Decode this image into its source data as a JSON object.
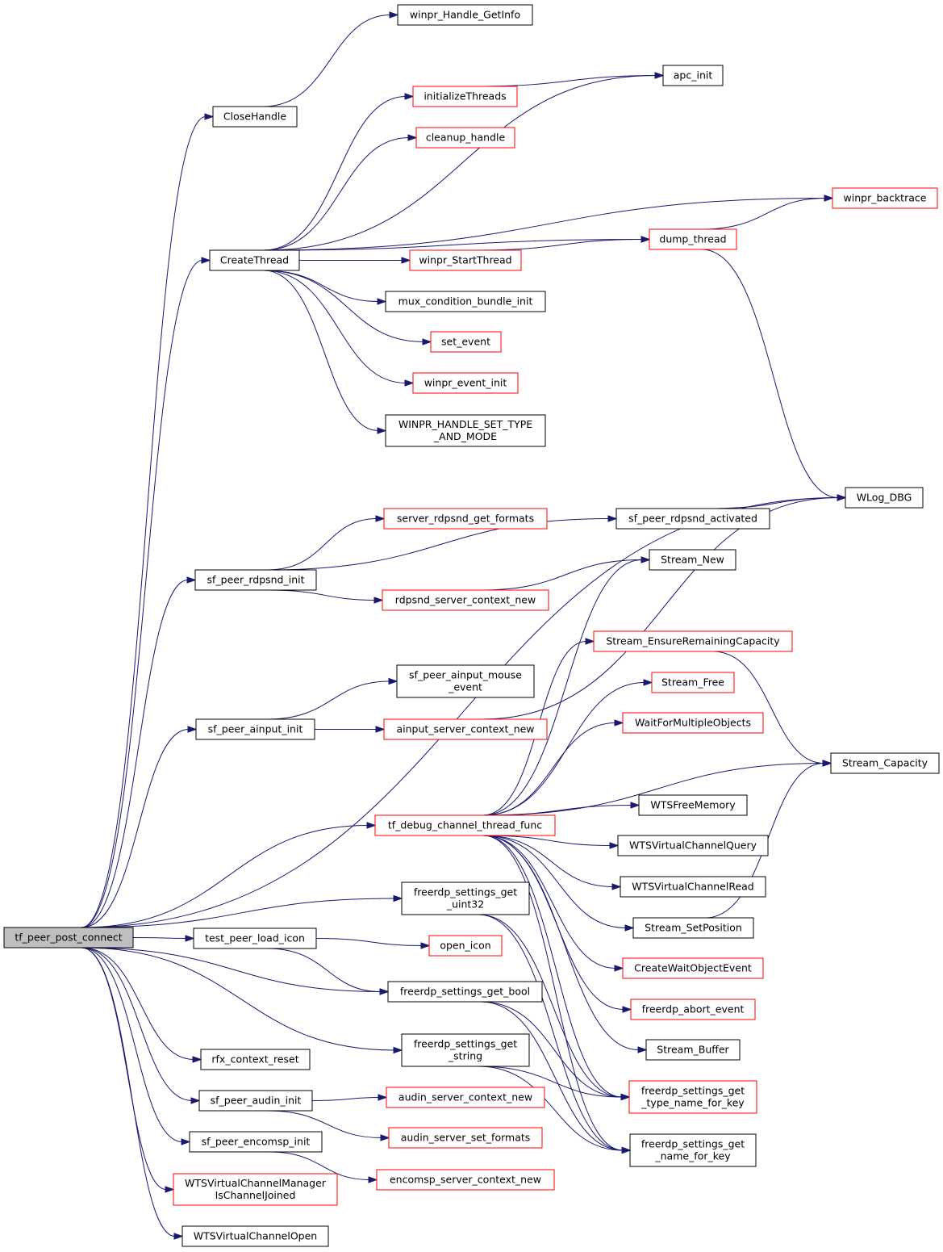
{
  "colors": {
    "edge": "#191970",
    "plain_border": "#000000",
    "red_border": "#ff0000",
    "root_fill": "#bfbfbf"
  },
  "nodes": {
    "tf_peer_post_connect": {
      "lines": [
        "tf_peer_post_connect"
      ],
      "style": "root"
    },
    "CloseHandle": {
      "lines": [
        "CloseHandle"
      ],
      "style": "plain"
    },
    "CreateThread": {
      "lines": [
        "CreateThread"
      ],
      "style": "plain"
    },
    "sf_peer_rdpsnd_init": {
      "lines": [
        "sf_peer_rdpsnd_init"
      ],
      "style": "plain"
    },
    "sf_peer_ainput_init": {
      "lines": [
        "sf_peer_ainput_init"
      ],
      "style": "plain"
    },
    "test_peer_load_icon": {
      "lines": [
        "test_peer_load_icon"
      ],
      "style": "plain"
    },
    "rfx_context_reset": {
      "lines": [
        "rfx_context_reset"
      ],
      "style": "plain"
    },
    "sf_peer_audin_init": {
      "lines": [
        "sf_peer_audin_init"
      ],
      "style": "plain"
    },
    "sf_peer_encomsp_init": {
      "lines": [
        "sf_peer_encomsp_init"
      ],
      "style": "plain"
    },
    "WTSVirtualChannelManagerIsChannelJoined": {
      "lines": [
        "WTSVirtualChannelManager",
        "IsChannelJoined"
      ],
      "style": "red"
    },
    "WTSVirtualChannelOpen": {
      "lines": [
        "WTSVirtualChannelOpen"
      ],
      "style": "plain"
    },
    "winpr_Handle_GetInfo": {
      "lines": [
        "winpr_Handle_GetInfo"
      ],
      "style": "plain"
    },
    "initializeThreads": {
      "lines": [
        "initializeThreads"
      ],
      "style": "red"
    },
    "cleanup_handle": {
      "lines": [
        "cleanup_handle"
      ],
      "style": "red"
    },
    "winpr_StartThread": {
      "lines": [
        "winpr_StartThread"
      ],
      "style": "red"
    },
    "mux_condition_bundle_init": {
      "lines": [
        "mux_condition_bundle_init"
      ],
      "style": "plain"
    },
    "set_event": {
      "lines": [
        "set_event"
      ],
      "style": "red"
    },
    "winpr_event_init": {
      "lines": [
        "winpr_event_init"
      ],
      "style": "red"
    },
    "WINPR_HANDLE_SET_TYPE_AND_MODE": {
      "lines": [
        "WINPR_HANDLE_SET_TYPE",
        "_AND_MODE"
      ],
      "style": "plain"
    },
    "server_rdpsnd_get_formats": {
      "lines": [
        "server_rdpsnd_get_formats"
      ],
      "style": "red"
    },
    "rdpsnd_server_context_new": {
      "lines": [
        "rdpsnd_server_context_new"
      ],
      "style": "red"
    },
    "sf_peer_ainput_mouse_event": {
      "lines": [
        "sf_peer_ainput_mouse",
        "_event"
      ],
      "style": "plain"
    },
    "ainput_server_context_new": {
      "lines": [
        "ainput_server_context_new"
      ],
      "style": "red"
    },
    "tf_debug_channel_thread_func": {
      "lines": [
        "tf_debug_channel_thread_func"
      ],
      "style": "red"
    },
    "freerdp_settings_get_uint32": {
      "lines": [
        "freerdp_settings_get",
        "_uint32"
      ],
      "style": "plain"
    },
    "open_icon": {
      "lines": [
        "open_icon"
      ],
      "style": "red"
    },
    "freerdp_settings_get_bool": {
      "lines": [
        "freerdp_settings_get_bool"
      ],
      "style": "plain"
    },
    "freerdp_settings_get_string": {
      "lines": [
        "freerdp_settings_get",
        "_string"
      ],
      "style": "plain"
    },
    "audin_server_context_new": {
      "lines": [
        "audin_server_context_new"
      ],
      "style": "red"
    },
    "audin_server_set_formats": {
      "lines": [
        "audin_server_set_formats"
      ],
      "style": "red"
    },
    "encomsp_server_context_new": {
      "lines": [
        "encomsp_server_context_new"
      ],
      "style": "red"
    },
    "apc_init": {
      "lines": [
        "apc_init"
      ],
      "style": "plain"
    },
    "dump_thread": {
      "lines": [
        "dump_thread"
      ],
      "style": "red"
    },
    "sf_peer_rdpsnd_activated": {
      "lines": [
        "sf_peer_rdpsnd_activated"
      ],
      "style": "plain"
    },
    "Stream_New": {
      "lines": [
        "Stream_New"
      ],
      "style": "plain"
    },
    "Stream_EnsureRemainingCapacity": {
      "lines": [
        "Stream_EnsureRemainingCapacity"
      ],
      "style": "red"
    },
    "Stream_Free": {
      "lines": [
        "Stream_Free"
      ],
      "style": "red"
    },
    "WaitForMultipleObjects": {
      "lines": [
        "WaitForMultipleObjects"
      ],
      "style": "red"
    },
    "WTSFreeMemory": {
      "lines": [
        "WTSFreeMemory"
      ],
      "style": "plain"
    },
    "WTSVirtualChannelQuery": {
      "lines": [
        "WTSVirtualChannelQuery"
      ],
      "style": "plain"
    },
    "WTSVirtualChannelRead": {
      "lines": [
        "WTSVirtualChannelRead"
      ],
      "style": "plain"
    },
    "Stream_SetPosition": {
      "lines": [
        "Stream_SetPosition"
      ],
      "style": "plain"
    },
    "CreateWaitObjectEvent": {
      "lines": [
        "CreateWaitObjectEvent"
      ],
      "style": "red"
    },
    "freerdp_abort_event": {
      "lines": [
        "freerdp_abort_event"
      ],
      "style": "red"
    },
    "Stream_Buffer": {
      "lines": [
        "Stream_Buffer"
      ],
      "style": "plain"
    },
    "freerdp_settings_get_type_name_for_key": {
      "lines": [
        "freerdp_settings_get",
        "_type_name_for_key"
      ],
      "style": "red"
    },
    "freerdp_settings_get_name_for_key": {
      "lines": [
        "freerdp_settings_get",
        "_name_for_key"
      ],
      "style": "plain"
    },
    "winpr_backtrace": {
      "lines": [
        "winpr_backtrace"
      ],
      "style": "red"
    },
    "WLog_DBG": {
      "lines": [
        "WLog_DBG"
      ],
      "style": "plain"
    },
    "Stream_Capacity": {
      "lines": [
        "Stream_Capacity"
      ],
      "style": "plain"
    }
  },
  "edges": [
    [
      "tf_peer_post_connect",
      "CloseHandle"
    ],
    [
      "tf_peer_post_connect",
      "CreateThread"
    ],
    [
      "tf_peer_post_connect",
      "WLog_DBG"
    ],
    [
      "tf_peer_post_connect",
      "sf_peer_rdpsnd_init"
    ],
    [
      "tf_peer_post_connect",
      "sf_peer_ainput_init"
    ],
    [
      "tf_peer_post_connect",
      "tf_debug_channel_thread_func"
    ],
    [
      "tf_peer_post_connect",
      "freerdp_settings_get_uint32"
    ],
    [
      "tf_peer_post_connect",
      "test_peer_load_icon"
    ],
    [
      "tf_peer_post_connect",
      "freerdp_settings_get_bool"
    ],
    [
      "tf_peer_post_connect",
      "freerdp_settings_get_string"
    ],
    [
      "tf_peer_post_connect",
      "rfx_context_reset"
    ],
    [
      "tf_peer_post_connect",
      "sf_peer_audin_init"
    ],
    [
      "tf_peer_post_connect",
      "sf_peer_encomsp_init"
    ],
    [
      "tf_peer_post_connect",
      "WTSVirtualChannelManagerIsChannelJoined"
    ],
    [
      "tf_peer_post_connect",
      "WTSVirtualChannelOpen"
    ],
    [
      "CloseHandle",
      "winpr_Handle_GetInfo"
    ],
    [
      "CreateThread",
      "apc_init"
    ],
    [
      "CreateThread",
      "initializeThreads"
    ],
    [
      "CreateThread",
      "cleanup_handle"
    ],
    [
      "CreateThread",
      "winpr_backtrace"
    ],
    [
      "CreateThread",
      "dump_thread"
    ],
    [
      "CreateThread",
      "winpr_StartThread"
    ],
    [
      "CreateThread",
      "mux_condition_bundle_init"
    ],
    [
      "CreateThread",
      "set_event"
    ],
    [
      "CreateThread",
      "winpr_event_init"
    ],
    [
      "CreateThread",
      "WINPR_HANDLE_SET_TYPE_AND_MODE"
    ],
    [
      "initializeThreads",
      "apc_init"
    ],
    [
      "winpr_StartThread",
      "dump_thread"
    ],
    [
      "dump_thread",
      "winpr_backtrace"
    ],
    [
      "dump_thread",
      "WLog_DBG"
    ],
    [
      "sf_peer_rdpsnd_init",
      "server_rdpsnd_get_formats"
    ],
    [
      "sf_peer_rdpsnd_init",
      "sf_peer_rdpsnd_activated"
    ],
    [
      "sf_peer_rdpsnd_init",
      "rdpsnd_server_context_new"
    ],
    [
      "sf_peer_rdpsnd_activated",
      "WLog_DBG"
    ],
    [
      "rdpsnd_server_context_new",
      "Stream_New"
    ],
    [
      "sf_peer_ainput_init",
      "sf_peer_ainput_mouse_event"
    ],
    [
      "sf_peer_ainput_init",
      "ainput_server_context_new"
    ],
    [
      "ainput_server_context_new",
      "WLog_DBG"
    ],
    [
      "tf_debug_channel_thread_func",
      "Stream_New"
    ],
    [
      "tf_debug_channel_thread_func",
      "Stream_EnsureRemainingCapacity"
    ],
    [
      "tf_debug_channel_thread_func",
      "Stream_Free"
    ],
    [
      "tf_debug_channel_thread_func",
      "WaitForMultipleObjects"
    ],
    [
      "tf_debug_channel_thread_func",
      "Stream_Capacity"
    ],
    [
      "tf_debug_channel_thread_func",
      "WTSFreeMemory"
    ],
    [
      "tf_debug_channel_thread_func",
      "WTSVirtualChannelQuery"
    ],
    [
      "tf_debug_channel_thread_func",
      "WTSVirtualChannelRead"
    ],
    [
      "tf_debug_channel_thread_func",
      "Stream_SetPosition"
    ],
    [
      "tf_debug_channel_thread_func",
      "CreateWaitObjectEvent"
    ],
    [
      "tf_debug_channel_thread_func",
      "freerdp_abort_event"
    ],
    [
      "tf_debug_channel_thread_func",
      "Stream_Buffer"
    ],
    [
      "tf_debug_channel_thread_func",
      "freerdp_settings_get_type_name_for_key"
    ],
    [
      "tf_debug_channel_thread_func",
      "freerdp_settings_get_name_for_key"
    ],
    [
      "Stream_EnsureRemainingCapacity",
      "Stream_Capacity"
    ],
    [
      "Stream_SetPosition",
      "Stream_Capacity"
    ],
    [
      "test_peer_load_icon",
      "open_icon"
    ],
    [
      "test_peer_load_icon",
      "freerdp_settings_get_bool"
    ],
    [
      "freerdp_settings_get_uint32",
      "freerdp_settings_get_type_name_for_key"
    ],
    [
      "freerdp_settings_get_uint32",
      "freerdp_settings_get_name_for_key"
    ],
    [
      "freerdp_settings_get_bool",
      "freerdp_settings_get_type_name_for_key"
    ],
    [
      "freerdp_settings_get_bool",
      "freerdp_settings_get_name_for_key"
    ],
    [
      "freerdp_settings_get_string",
      "freerdp_settings_get_type_name_for_key"
    ],
    [
      "freerdp_settings_get_string",
      "freerdp_settings_get_name_for_key"
    ],
    [
      "sf_peer_audin_init",
      "audin_server_context_new"
    ],
    [
      "sf_peer_audin_init",
      "audin_server_set_formats"
    ],
    [
      "sf_peer_encomsp_init",
      "encomsp_server_context_new"
    ]
  ]
}
